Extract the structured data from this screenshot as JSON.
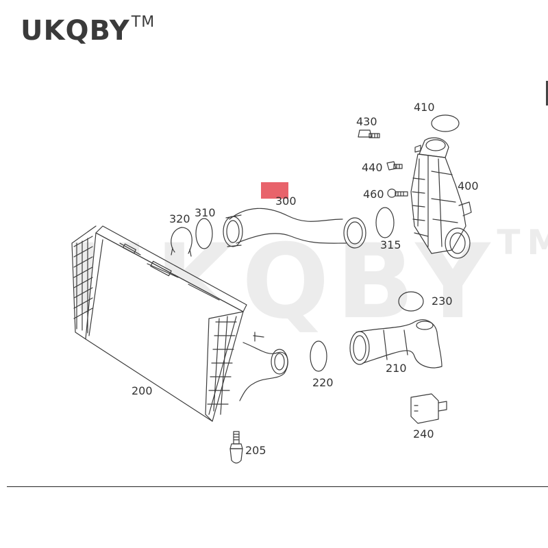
{
  "brand": {
    "name": "UKQBY",
    "tm": "TM"
  },
  "watermark": {
    "text": "UKQBY",
    "tm": "TM"
  },
  "callouts": {
    "c200": "200",
    "c205": "205",
    "c210": "210",
    "c220": "220",
    "c230": "230",
    "c240": "240",
    "c300": "300",
    "c310": "310",
    "c315": "315",
    "c320": "320",
    "c400": "400",
    "c410": "410",
    "c430": "430",
    "c440": "440",
    "c460": "460"
  },
  "colors": {
    "line": "#3a3a3a",
    "highlight": "#e8636b",
    "text": "#333333"
  }
}
